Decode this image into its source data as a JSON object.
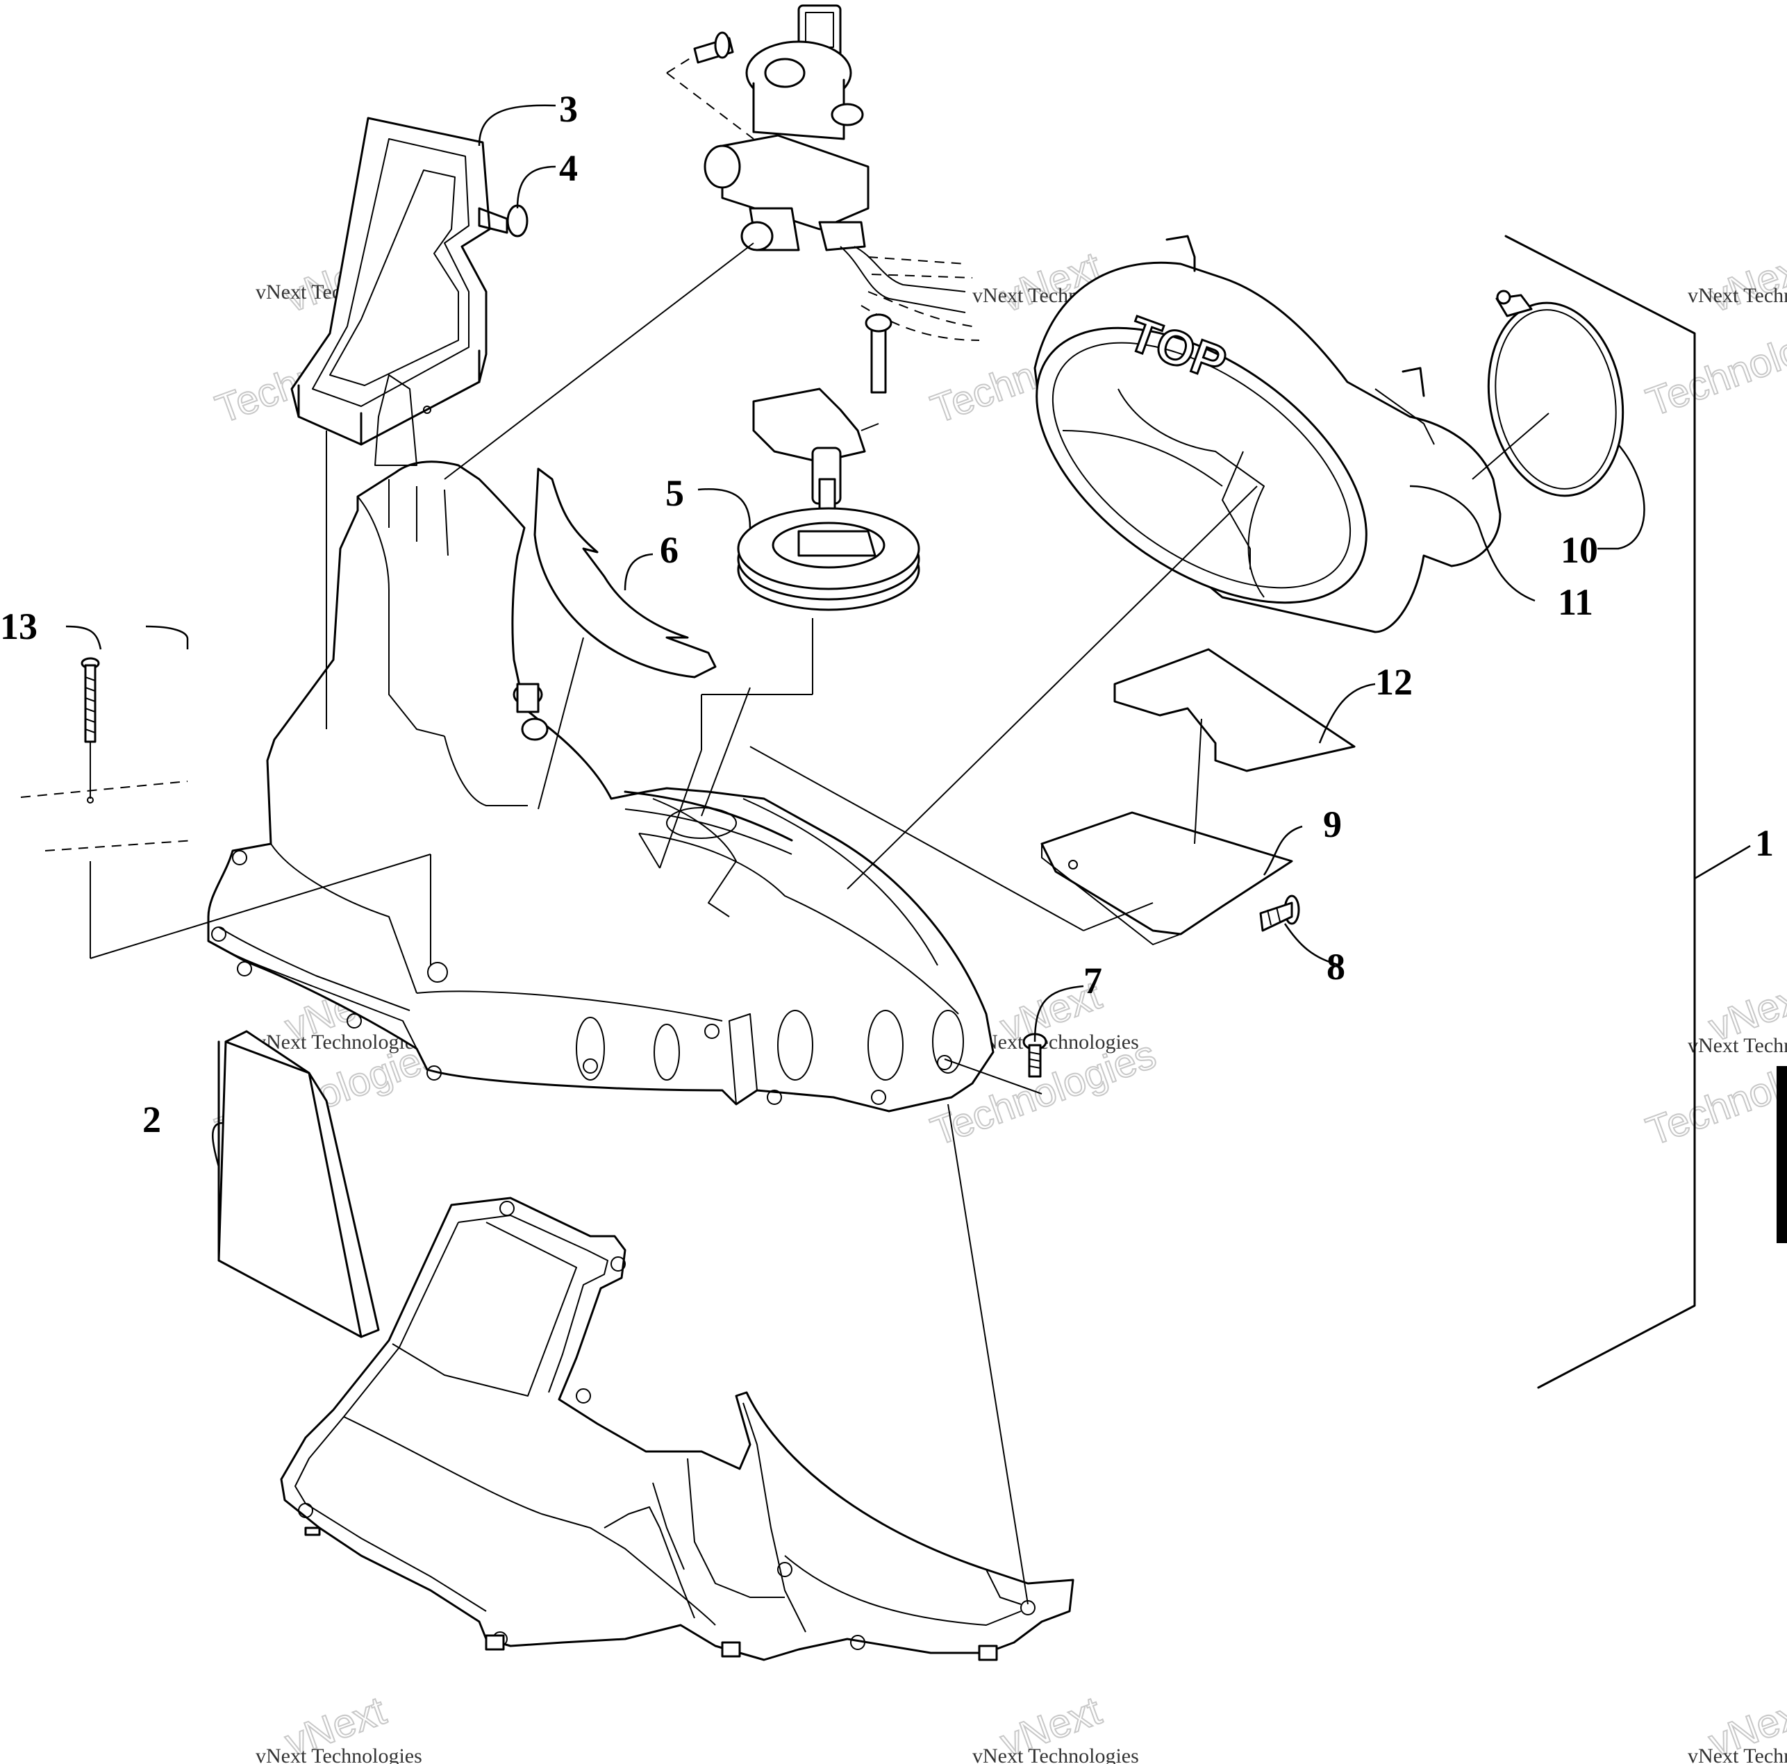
{
  "diagram": {
    "callouts": [
      "1",
      "2",
      "3",
      "4",
      "5",
      "6",
      "7",
      "8",
      "9",
      "10",
      "11",
      "12",
      "13"
    ],
    "embossed_text": "TOP",
    "watermark": {
      "line1": "vNext Technologies",
      "line2": "vNext",
      "line3": "Technologies"
    },
    "colors": {
      "ink": "#000000",
      "paper": "#ffffff",
      "watermark": "#c8c8c8"
    }
  }
}
